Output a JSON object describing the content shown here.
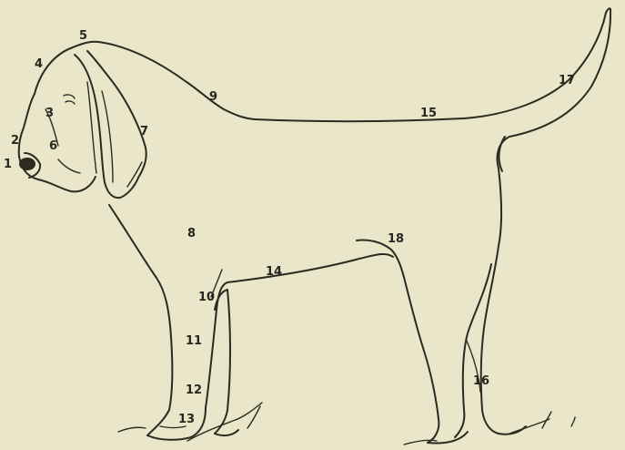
{
  "figure": {
    "labels": [
      "1",
      "2",
      "3",
      "4",
      "5",
      "6",
      "7",
      "8",
      "9",
      "10",
      "11",
      "12",
      "13",
      "14",
      "15",
      "16",
      "17",
      "18"
    ]
  }
}
